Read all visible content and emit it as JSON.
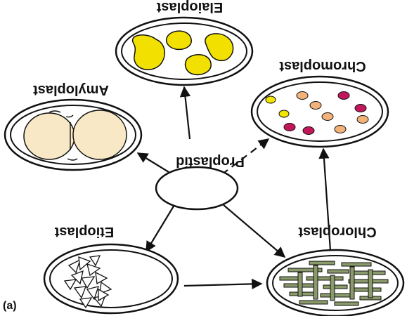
{
  "figure": {
    "panel_label": "(a)",
    "labels_mirrored": true,
    "nodes": [
      {
        "id": "proplastid",
        "label": "Proplastid"
      },
      {
        "id": "elaioplast",
        "label": "Elaioplast"
      },
      {
        "id": "amyloplast",
        "label": "Amyloplast"
      },
      {
        "id": "chromoplast",
        "label": "Chromoplast"
      },
      {
        "id": "etioplast",
        "label": "Etioplast"
      },
      {
        "id": "chloroplast",
        "label": "Chloroplast"
      }
    ],
    "edges": [
      {
        "from": "proplastid",
        "to": "elaioplast",
        "style": "solid"
      },
      {
        "from": "proplastid",
        "to": "amyloplast",
        "style": "solid"
      },
      {
        "from": "proplastid",
        "to": "chromoplast",
        "style": "dashed"
      },
      {
        "from": "proplastid",
        "to": "etioplast",
        "style": "solid"
      },
      {
        "from": "proplastid",
        "to": "chloroplast",
        "style": "solid"
      },
      {
        "from": "etioplast",
        "to": "chloroplast",
        "style": "solid"
      },
      {
        "from": "chloroplast",
        "to": "chromoplast",
        "style": "solid"
      }
    ],
    "colors": {
      "outline": "#111111",
      "lipid": "#f2e100",
      "starch": "#f8e8c6",
      "carotenoid_orange": "#f3b27a",
      "carotenoid_magenta": "#c2185b",
      "carotenoid_yellow": "#f2e600",
      "thylakoid": "#8a9a6a"
    }
  }
}
